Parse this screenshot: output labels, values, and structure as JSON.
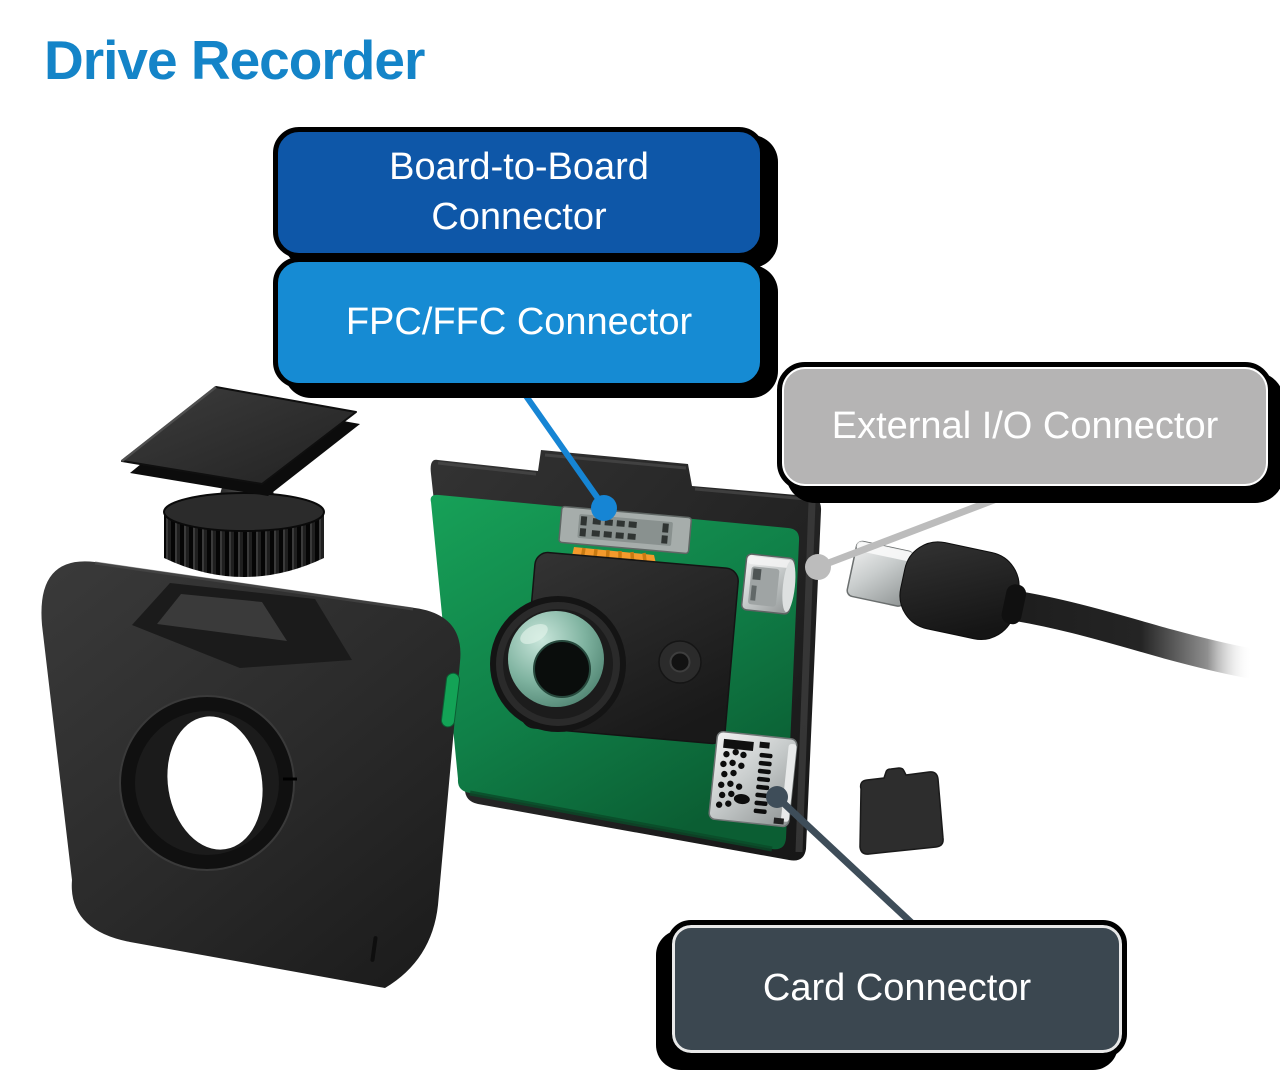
{
  "title": {
    "text": "Drive Recorder",
    "color": "#1484C8"
  },
  "callouts": {
    "board_to_board": {
      "label": "Board-to-Board\nConnector",
      "bg": "#0E57A8",
      "text_color": "#FFFFFF"
    },
    "fpc_ffc": {
      "label": "FPC/FFC Connector",
      "bg": "#168BD3",
      "text_color": "#FFFFFF",
      "leader_color": "#1685D4"
    },
    "external_io": {
      "label": "External I/O Connector",
      "bg": "#B5B4B4",
      "text_color": "#FFFFFF",
      "leader_color": "#BCBCBC"
    },
    "card": {
      "label": "Card Connector",
      "bg": "#3B4750",
      "text_color": "#FFFFFF",
      "leader_color": "#3E4D59"
    }
  },
  "diagram": {
    "type": "exploded-view-illustration",
    "device": "dash-cam-drive-recorder",
    "parts": {
      "windshield_mount": {
        "color": "#2F2F2F"
      },
      "camera_housing": {
        "color": "#2E2E2E"
      },
      "main_pcb": {
        "color": "#12914C"
      },
      "camera_module": {
        "color": "#282828"
      },
      "fpc_flex_cable": {
        "color": "#F49A2C"
      },
      "usb_cable_plug": {
        "color": "#1F1F1F"
      },
      "microsd_card": {
        "color": "#2D2D2D"
      }
    }
  }
}
